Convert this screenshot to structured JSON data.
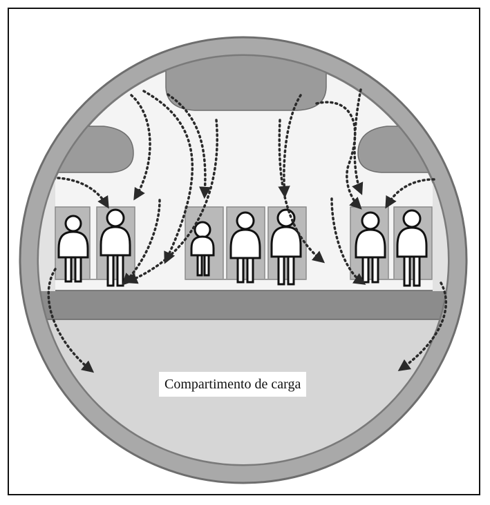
{
  "diagram": {
    "cargo_label": "Compartimento de carga",
    "colors": {
      "frame": "#111111",
      "fuselage_ring": "#a9a9a9",
      "fuselage_ring_edge": "#7a7a7a",
      "cabin_background": "#f4f4f4",
      "cargo_hold": "#d6d6d6",
      "floor": "#8c8c8c",
      "bins": "#9b9b9b",
      "seats": "#b9b9b9",
      "passenger_fill": "#ffffff",
      "passenger_outline": "#111111",
      "airflow": "#2a2a2a"
    },
    "seat_groups": [
      {
        "name": "left-group",
        "passengers": 2
      },
      {
        "name": "center-group",
        "passengers": 3
      },
      {
        "name": "right-group",
        "passengers": 2
      }
    ],
    "airflow_icon": "dotted-arrow-icon"
  }
}
